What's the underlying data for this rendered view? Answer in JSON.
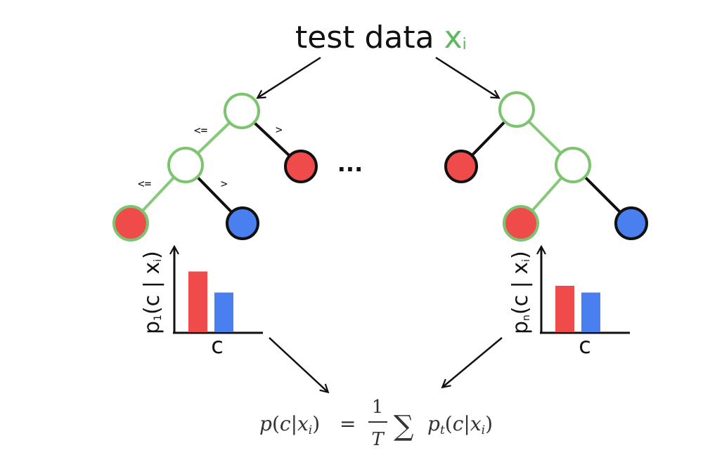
{
  "title": {
    "text": "test data ",
    "var": "x",
    "sub": "i",
    "var_color": "#5cb85c"
  },
  "ellipsis": "...",
  "colors": {
    "edge_green": "#86c97a",
    "node_green_stroke": "#7cc46f",
    "red": "#ef4b4b",
    "blue": "#4a7ff0",
    "black": "#111111"
  },
  "tree_left": {
    "edge_labels": {
      "root_left": "<=",
      "root_right": ">",
      "mid_left": "<=",
      "mid_right": ">"
    }
  },
  "hist_left": {
    "ylabel_main": "p",
    "ylabel_sub": "1",
    "ylabel_rest": "(c | x",
    "ylabel_rest_sub": "i",
    "ylabel_close": ")",
    "xlabel": "c",
    "bars": [
      {
        "class": "red",
        "value": 0.72
      },
      {
        "class": "blue",
        "value": 0.47
      }
    ]
  },
  "hist_right": {
    "ylabel_main": "p",
    "ylabel_sub": "n",
    "ylabel_rest": "(c | x",
    "ylabel_rest_sub": "i",
    "ylabel_close": ")",
    "xlabel": "c",
    "bars": [
      {
        "class": "red",
        "value": 0.55
      },
      {
        "class": "blue",
        "value": 0.47
      }
    ]
  },
  "formula": {
    "lhs_p": "p",
    "lhs_open": "(",
    "lhs_c": "c",
    "lhs_bar": "|",
    "lhs_x": "x",
    "lhs_i": "i",
    "lhs_close": ")",
    "eq": "=",
    "frac_num": "1",
    "frac_den": "T",
    "sum": "∑",
    "rhs_p": "p",
    "rhs_t": "t",
    "rhs_open": "(",
    "rhs_c": "c",
    "rhs_bar": "|",
    "rhs_x": "x",
    "rhs_i": "i",
    "rhs_close": ")"
  }
}
